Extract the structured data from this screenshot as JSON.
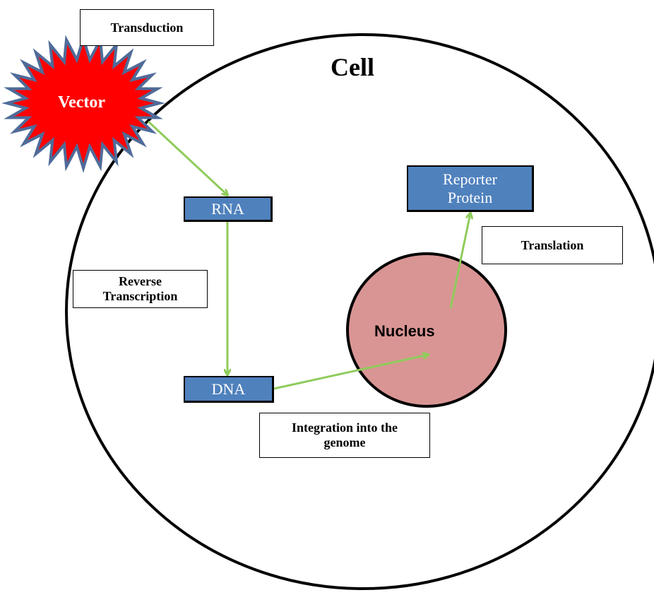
{
  "title": "Cell",
  "colors": {
    "arrow": "#8fcc5c",
    "node_fill": "#4f81bd",
    "nucleus_fill": "#d99594",
    "vector_fill": "#ff0000",
    "vector_stroke": "#4f6b99"
  },
  "vector": {
    "label": "Vector"
  },
  "nucleus": {
    "label": "Nucleus"
  },
  "nodes": {
    "rna": "RNA",
    "dna": "DNA",
    "reporter_line1": "Reporter",
    "reporter_line2": "Protein"
  },
  "steps": {
    "transduction": "Transduction",
    "reverse_line1": "Reverse",
    "reverse_line2": "Transcription",
    "integration_line1": "Integration into the",
    "integration_line2": "genome",
    "translation": "Translation"
  }
}
